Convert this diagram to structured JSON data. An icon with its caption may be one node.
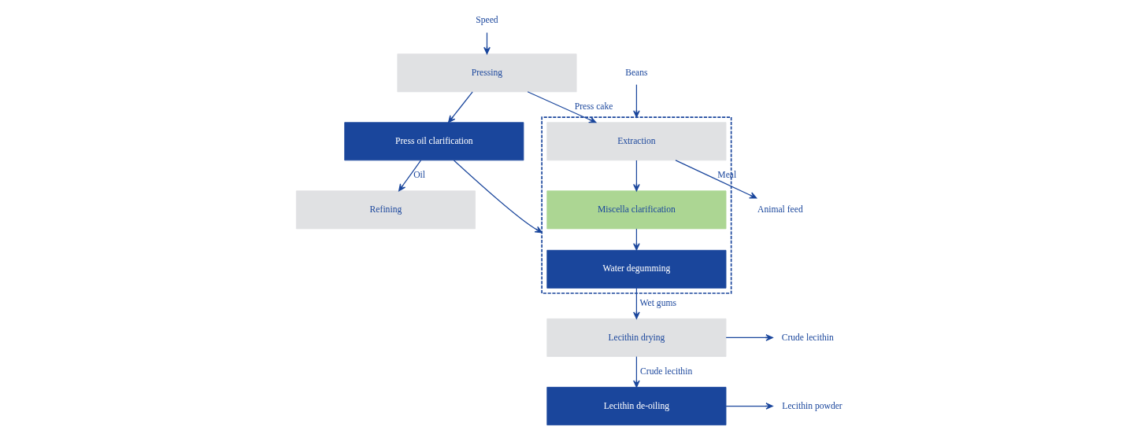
{
  "diagram": {
    "nodes": [
      {
        "text": [
          "Speed"
        ]
      },
      {
        "text": [
          "Pressing"
        ]
      },
      {
        "text": [
          "Press oil clarification"
        ]
      },
      {
        "text": [
          "Beans"
        ]
      },
      {
        "text": [],
        "shape": "box"
      },
      {
        "text": [
          "Extraction"
        ],
        "in": 4
      },
      {
        "text": [
          "Miscella clarification"
        ],
        "in": 4
      },
      {
        "text": [
          "Water degumming"
        ],
        "in": 4
      },
      {
        "text": [
          "Animal feed"
        ]
      },
      {
        "text": [
          "Lecithin drying"
        ]
      },
      {
        "text": [
          "Crude lecithin"
        ]
      },
      {
        "text": [
          "Refining"
        ]
      },
      {
        "text": [
          "Lecithin de-oiling"
        ]
      },
      {
        "text": [
          "Lecithin powder"
        ]
      }
    ],
    "edges": [
      {
        "from": 0,
        "to": 1,
        "arrow": "to"
      },
      {
        "from": 1,
        "to": 5,
        "label": "Press cake",
        "arrow": "to"
      },
      {
        "from": 1,
        "to": 2,
        "arrow": "to"
      },
      {
        "from": 3,
        "to": 4,
        "arrow": "to"
      },
      {
        "from": 5,
        "to": 6,
        "arrow": "to"
      },
      {
        "from": 6,
        "to": 7,
        "arrow": "to"
      },
      {
        "from": 5,
        "to": 8,
        "label": "Meal",
        "arrow": "to"
      },
      {
        "from": 7,
        "to": 9,
        "label": "Wet gums",
        "arrow": "to"
      },
      {
        "from": 9,
        "to": 10,
        "arrow": "to"
      },
      {
        "from": 9,
        "to": 12,
        "label": "Crude lecithin",
        "arrow": "to"
      },
      {
        "from": 12,
        "to": 13,
        "arrow": "to"
      },
      {
        "from": 2,
        "to": 11,
        "label": "Oil",
        "arrow": "to"
      },
      {
        "from": 2,
        "to": 4,
        "arrow": "to"
      }
    ]
  }
}
